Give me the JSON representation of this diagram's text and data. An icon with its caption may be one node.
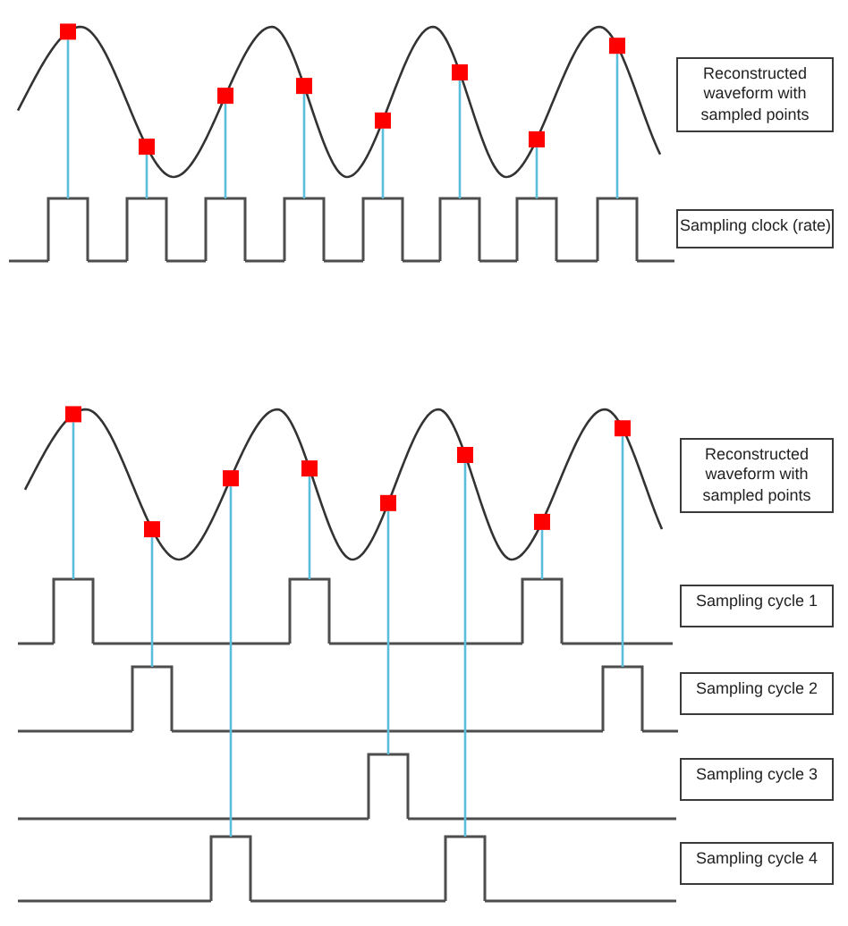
{
  "diagram": {
    "nodes": [
      {
        "text": [],
        "shape": "square"
      },
      {
        "text": [],
        "shape": "square"
      },
      {
        "text": [],
        "shape": "square"
      },
      {
        "text": [],
        "shape": "square"
      },
      {
        "text": [],
        "shape": "square"
      },
      {
        "text": [],
        "shape": "square"
      },
      {
        "text": [],
        "shape": "square"
      },
      {
        "text": [],
        "shape": "square"
      },
      {
        "text": [
          "Reconstructed waveform with sampled points"
        ]
      },
      {
        "text": [],
        "shape": "pulse"
      },
      {
        "text": [],
        "shape": "pulse"
      },
      {
        "text": [],
        "shape": "pulse"
      },
      {
        "text": [],
        "shape": "pulse"
      },
      {
        "text": [],
        "shape": "pulse"
      },
      {
        "text": [],
        "shape": "pulse"
      },
      {
        "text": [],
        "shape": "pulse"
      },
      {
        "text": [],
        "shape": "pulse"
      },
      {
        "text": [
          "Sampling clock (rate)"
        ]
      },
      {
        "text": [],
        "shape": "square"
      },
      {
        "text": [],
        "shape": "square"
      },
      {
        "text": [],
        "shape": "square"
      },
      {
        "text": [],
        "shape": "square"
      },
      {
        "text": [],
        "shape": "square"
      },
      {
        "text": [],
        "shape": "square"
      },
      {
        "text": [],
        "shape": "square"
      },
      {
        "text": [],
        "shape": "square"
      },
      {
        "text": [
          "Reconstructed waveform with sampled points"
        ]
      },
      {
        "text": [],
        "shape": "pulse"
      },
      {
        "text": [],
        "shape": "pulse"
      },
      {
        "text": [],
        "shape": "pulse"
      },
      {
        "text": [
          "Sampling cycle 1"
        ]
      },
      {
        "text": [],
        "shape": "pulse"
      },
      {
        "text": [],
        "shape": "pulse"
      },
      {
        "text": [
          "Sampling cycle 2"
        ]
      },
      {
        "text": [],
        "shape": "pulse"
      },
      {
        "text": [
          "Sampling cycle 3"
        ]
      },
      {
        "text": [],
        "shape": "pulse"
      },
      {
        "text": [],
        "shape": "pulse"
      },
      {
        "text": [
          "Sampling cycle 4"
        ]
      }
    ],
    "edges": [
      {
        "from": 0,
        "to": 9,
        "arrow": "none"
      },
      {
        "from": 1,
        "to": 10,
        "arrow": "none"
      },
      {
        "from": 2,
        "to": 11,
        "arrow": "none"
      },
      {
        "from": 3,
        "to": 12,
        "arrow": "none"
      },
      {
        "from": 4,
        "to": 13,
        "arrow": "none"
      },
      {
        "from": 5,
        "to": 14,
        "arrow": "none"
      },
      {
        "from": 6,
        "to": 15,
        "arrow": "none"
      },
      {
        "from": 7,
        "to": 16,
        "arrow": "none"
      },
      {
        "from": 18,
        "to": 27,
        "arrow": "none"
      },
      {
        "from": 19,
        "to": 31,
        "arrow": "none"
      },
      {
        "from": 20,
        "to": 36,
        "arrow": "none"
      },
      {
        "from": 21,
        "to": 28,
        "arrow": "none"
      },
      {
        "from": 22,
        "to": 34,
        "arrow": "none"
      },
      {
        "from": 23,
        "to": 37,
        "arrow": "none"
      },
      {
        "from": 24,
        "to": 29,
        "arrow": "none"
      },
      {
        "from": 25,
        "to": 32,
        "arrow": "none"
      }
    ]
  }
}
